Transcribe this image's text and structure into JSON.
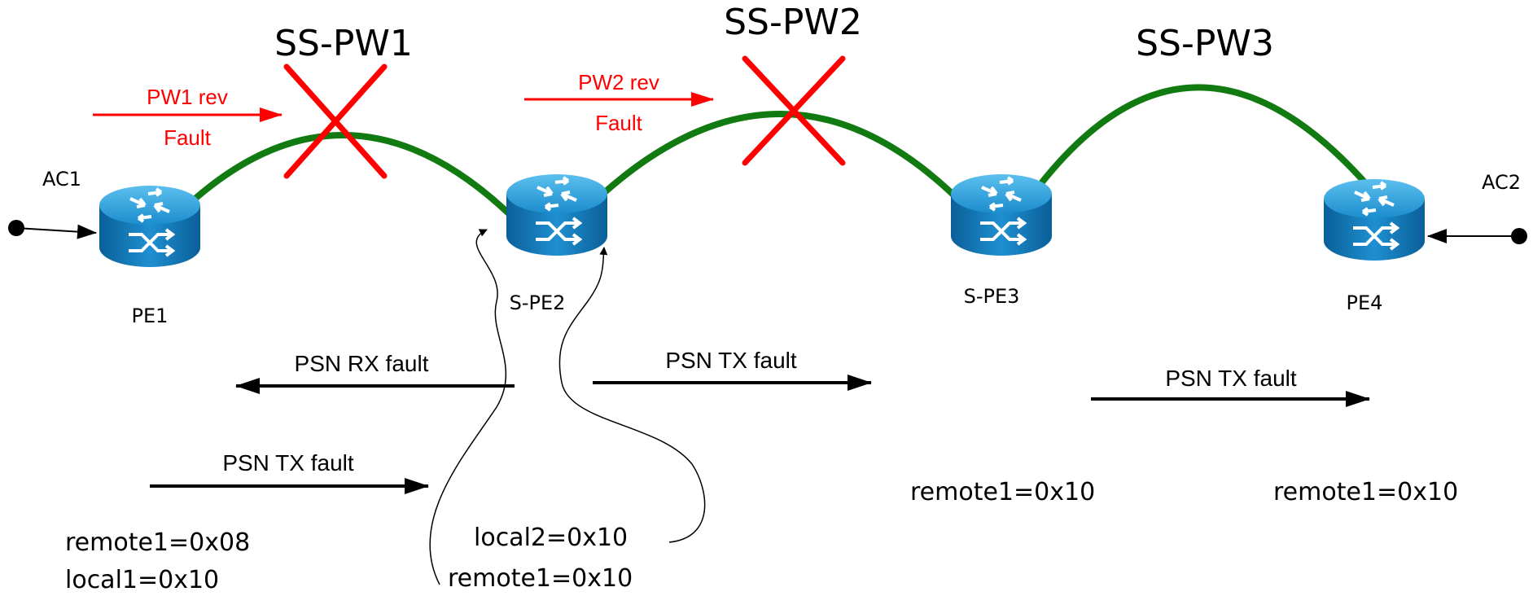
{
  "pseudowires": [
    {
      "id": "pw1",
      "label": "SS-PW1",
      "failed": true
    },
    {
      "id": "pw2",
      "label": "SS-PW2",
      "failed": true
    },
    {
      "id": "pw3",
      "label": "SS-PW3",
      "failed": false
    }
  ],
  "attachment_circuits": {
    "ac1": "AC1",
    "ac2": "AC2"
  },
  "routers": {
    "pe1": "PE1",
    "spe2": "S-PE2",
    "spe3": "S-PE3",
    "pe4": "PE4"
  },
  "reverse_faults": {
    "pw1": {
      "line1": "PW1 rev",
      "line2": "Fault"
    },
    "pw2": {
      "line1": "PW2 rev",
      "line2": "Fault"
    }
  },
  "fault_arrows": {
    "spe2_rx": "PSN RX fault",
    "spe2_tx": "PSN TX fault",
    "spe3_tx": "PSN TX fault",
    "pe1_tx": "PSN TX fault"
  },
  "status_values": {
    "pe1_remote1": "remote1=0x08",
    "pe1_local1": "local1=0x10",
    "spe2_local2": "local2=0x10",
    "spe2_remote1": "remote1=0x10",
    "spe3_remote1": "remote1=0x10",
    "pe4_remote1": "remote1=0x10"
  },
  "colors": {
    "pw_line": "#117a11",
    "fault": "#ff0000",
    "router_top": "#1e8fd1",
    "router_side": "#0a6aa8"
  }
}
